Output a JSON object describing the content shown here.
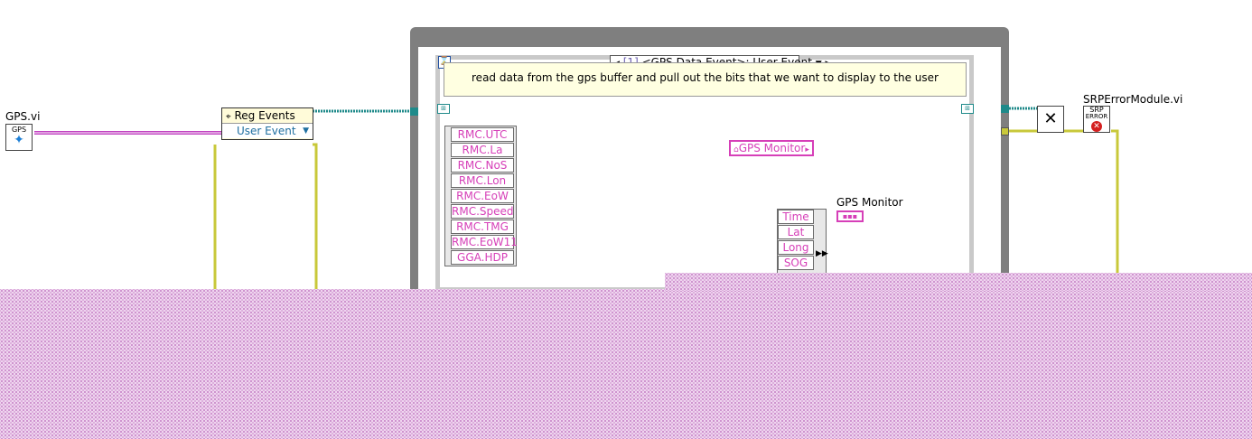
{
  "left": {
    "gps_vi_label": "GPS.vi",
    "gps_icon_text": "GPS"
  },
  "reg_events": {
    "title": "Reg Events",
    "item": "User Event"
  },
  "event_case": {
    "index": "[1]",
    "event_name": "<GPS Data Event>: User Event",
    "comment": "read data from the gps buffer and pull out the bits that we want to display to the user"
  },
  "unbundle": {
    "items": [
      "RMC.UTC",
      "RMC.La",
      "RMC.NoS",
      "RMC.Lon",
      "RMC.EoW",
      "RMC.Speed",
      "RMC.TMG",
      "RMC.EoW11",
      "GGA.HDP"
    ]
  },
  "bundle": {
    "items": [
      "Time",
      "Lat",
      "Long",
      "SOG"
    ]
  },
  "gps_monitor_ref": "GPS Monitor",
  "gps_monitor_label": "GPS Monitor",
  "srp_error": {
    "label": "SRPErrorModule.vi",
    "icon_text_1": "SRP",
    "icon_text_2": "ERROR"
  },
  "colors": {
    "wire_pink": "#d63fb8",
    "wire_teal": "#1f8a8a",
    "wire_yellow": "#c8c83a",
    "wire_purple": "#9a3fd6",
    "loop_gray": "#7f7f7f",
    "error_red": "#d42020"
  }
}
